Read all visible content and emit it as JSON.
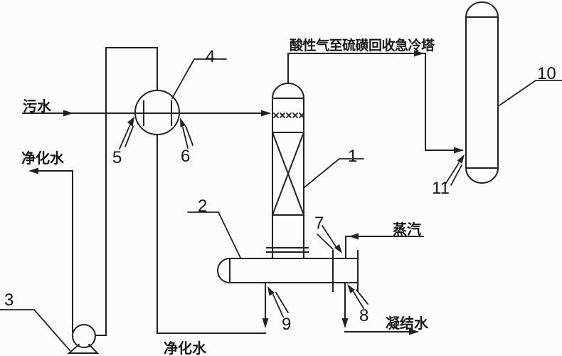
{
  "labels": {
    "sour_water": "污水",
    "purified_water_top": "净化水",
    "purified_water_bottom": "净化水",
    "acid_gas": "酸性气至硫磺回收急冷塔",
    "steam": "蒸汽",
    "condensate": "凝结水"
  },
  "callouts": {
    "c1": "1",
    "c2": "2",
    "c3": "3",
    "c4": "4",
    "c5": "5",
    "c6": "6",
    "c7": "7",
    "c8": "8",
    "c9": "9",
    "c10": "10",
    "c11": "11"
  },
  "colors": {
    "line": "#212121",
    "background": "#fcfcfc"
  }
}
